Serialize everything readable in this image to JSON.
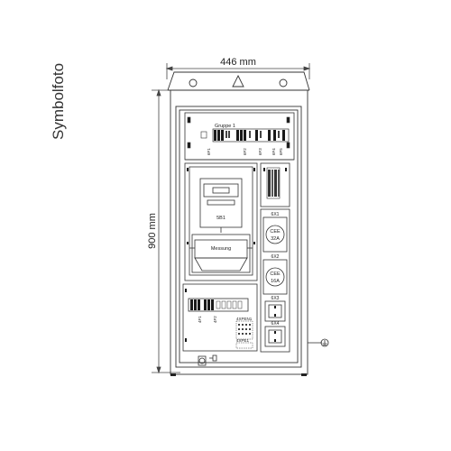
{
  "caption": "Symbolfoto",
  "dimensions": {
    "width_label": "446 mm",
    "height_label": "900 mm"
  },
  "labels": {
    "group": "Gruppe 1",
    "f1": "6F1",
    "f2": "6F2",
    "f3": "6F3",
    "f4": "6F4",
    "f5": "6F5",
    "meter": "5B1",
    "metering": "Messung",
    "f4_lower": "4F1",
    "f4_lower2": "4F2",
    "terminal_top": "4XPEN1",
    "terminal_bottom": "4XPE1",
    "socket1_id": "6X1",
    "socket1_text": "CEE",
    "socket1_amps": "32A",
    "socket2_id": "6X2",
    "socket2_text": "CEE",
    "socket2_amps": "16A",
    "socket3_id": "6X3",
    "socket4_id": "6X4"
  },
  "colors": {
    "line": "#333333",
    "text": "#222222",
    "breaker": "#1a1a1a"
  }
}
